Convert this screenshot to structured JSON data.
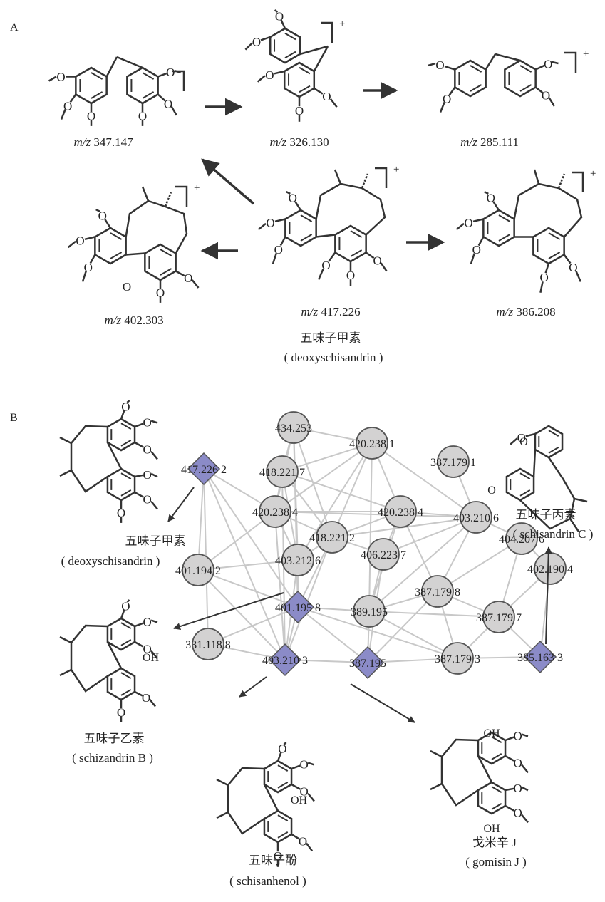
{
  "panels": {
    "a": "A",
    "b": "B"
  },
  "panel_a": {
    "fragments": [
      {
        "mz_prefix": "m/z",
        "mz_value": "347.147"
      },
      {
        "mz_prefix": "m/z",
        "mz_value": "326.130"
      },
      {
        "mz_prefix": "m/z",
        "mz_value": "285.111"
      },
      {
        "mz_prefix": "m/z",
        "mz_value": "402.303"
      },
      {
        "mz_prefix": "m/z",
        "mz_value": "417.226",
        "name_cn": "五味子甲素",
        "name_en": "( deoxyschisandrin )"
      },
      {
        "mz_prefix": "m/z",
        "mz_value": "386.208"
      }
    ],
    "charge": "+"
  },
  "panel_b": {
    "nodes": [
      {
        "label": "434.253",
        "shape": "circle"
      },
      {
        "label": "420.238 1",
        "shape": "circle"
      },
      {
        "label": "387.179 1",
        "shape": "circle"
      },
      {
        "label": "418.221 7",
        "shape": "circle"
      },
      {
        "label": "417.226 2",
        "shape": "diamond"
      },
      {
        "label": "420.238 4",
        "shape": "circle"
      },
      {
        "label": "420.238 4",
        "shape": "circle"
      },
      {
        "label": "418.221 2",
        "shape": "circle"
      },
      {
        "label": "403.210 6",
        "shape": "circle"
      },
      {
        "label": "404.207 6",
        "shape": "circle"
      },
      {
        "label": "406.223 7",
        "shape": "circle"
      },
      {
        "label": "403.212 6",
        "shape": "circle"
      },
      {
        "label": "401.194 2",
        "shape": "circle"
      },
      {
        "label": "402.190 4",
        "shape": "circle"
      },
      {
        "label": "387.179 8",
        "shape": "circle"
      },
      {
        "label": "401.195 8",
        "shape": "diamond"
      },
      {
        "label": "389.195",
        "shape": "circle"
      },
      {
        "label": "387.179 7",
        "shape": "circle"
      },
      {
        "label": "331.118 8",
        "shape": "circle"
      },
      {
        "label": "385.163 3",
        "shape": "diamond"
      },
      {
        "label": "387.179 3",
        "shape": "circle"
      },
      {
        "label": "403.210 3",
        "shape": "diamond"
      },
      {
        "label": "387.195",
        "shape": "diamond"
      }
    ],
    "compounds": [
      {
        "name_cn": "五味子甲素",
        "name_en": "( deoxyschisandrin )"
      },
      {
        "name_cn": "五味子丙素",
        "name_en": "( schisandrin C )"
      },
      {
        "name_cn": "五味子乙素",
        "name_en": "( schizandrin B )"
      },
      {
        "name_cn": "五味子酚",
        "name_en": "( schisanhenol )"
      },
      {
        "name_cn": "戈米辛 J",
        "name_en": "( gomisin J )"
      }
    ],
    "substituents": {
      "oh": "OH",
      "o": "O"
    }
  },
  "colors": {
    "node_circle": "#d3d2d2",
    "node_diamond": "#8b8bc8",
    "edge": "#c8c8c8",
    "arrow": "#333333",
    "structure": "#333333"
  }
}
